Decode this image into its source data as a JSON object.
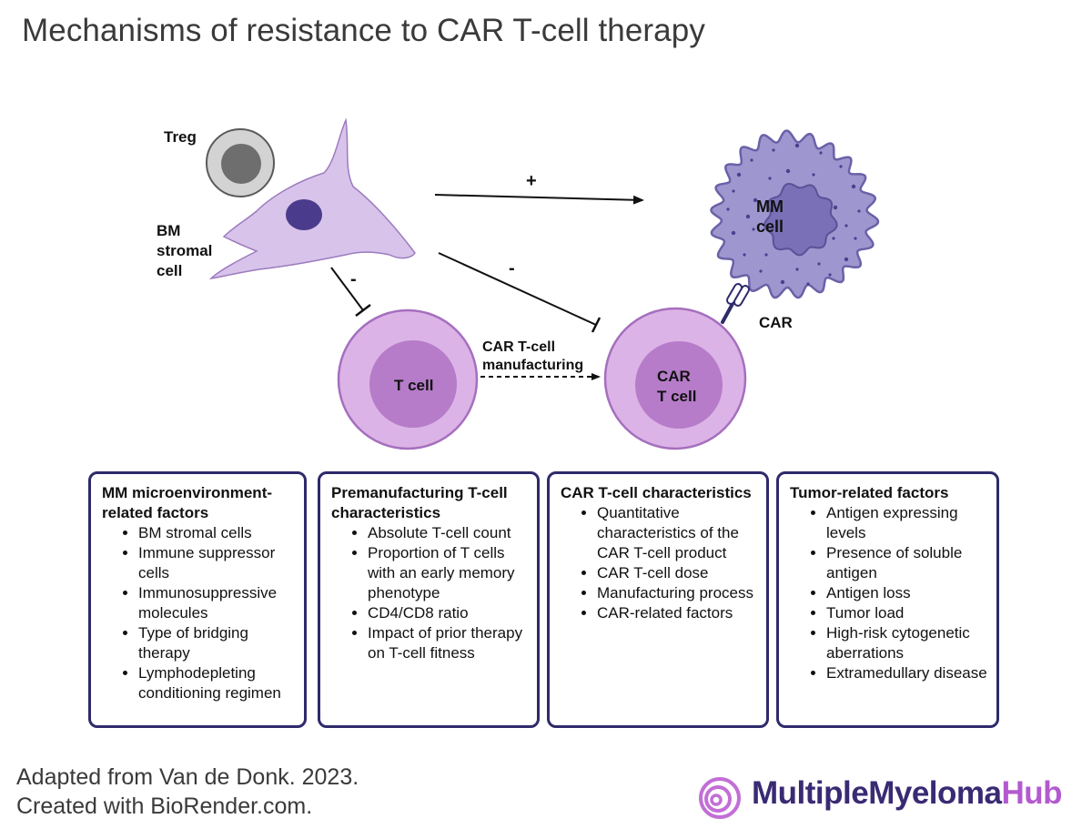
{
  "title": "Mechanisms of resistance to CAR T-cell therapy",
  "diagram": {
    "labels": {
      "treg": "Treg",
      "bm_stromal": [
        "BM",
        "stromal",
        "cell"
      ],
      "mm_cell": [
        "MM",
        "cell"
      ],
      "car": "CAR",
      "t_cell": "T cell",
      "car_t_cell": [
        "CAR",
        "T cell"
      ],
      "manufacturing": [
        "CAR T-cell",
        "manufacturing"
      ],
      "plus": "+",
      "minus_left": "-",
      "minus_center": "-"
    },
    "colors": {
      "cell_lavender": "#d8c3ea",
      "stromal_nucleus": "#4b3b8c",
      "t_cell_outer": "#dcb3e6",
      "t_cell_inner": "#b67cc9",
      "mm_outer": "#9e97cf",
      "mm_inner": "#7a70b8",
      "treg_outer": "#d3d3d3",
      "treg_inner": "#6e6e6e",
      "box_border": "#2e2a6b"
    }
  },
  "boxes": [
    {
      "heading": "MM microenvironment-related factors",
      "items": [
        "BM stromal cells",
        "Immune suppressor cells",
        "Immunosuppressive molecules",
        "Type of bridging therapy",
        "Lymphodepleting conditioning regimen"
      ]
    },
    {
      "heading": "Premanufacturing T-cell characteristics",
      "items": [
        "Absolute T-cell count",
        "Proportion of T cells with an early memory phenotype",
        "CD4/CD8 ratio",
        "Impact of prior therapy on T-cell fitness"
      ]
    },
    {
      "heading": "CAR T-cell characteristics",
      "items": [
        "Quantitative characteristics of the CAR T-cell product",
        "CAR T-cell dose",
        "Manufacturing process",
        "CAR-related factors"
      ]
    },
    {
      "heading": "Tumor-related factors",
      "items": [
        "Antigen expressing levels",
        "Presence of soluble antigen",
        "Antigen loss",
        "Tumor load",
        "High-risk cytogenetic aberrations",
        "Extramedullary disease"
      ]
    }
  ],
  "footer": {
    "line1": "Adapted from Van de Donk. 2023.",
    "line2": "Created with BioRender.com."
  },
  "brand": {
    "name_part1": "MultipleMyeloma",
    "name_part2": "Hub",
    "logo_icon": "spiral-logo-icon",
    "color_primary": "#3a2a73",
    "color_accent": "#b35ad0"
  }
}
